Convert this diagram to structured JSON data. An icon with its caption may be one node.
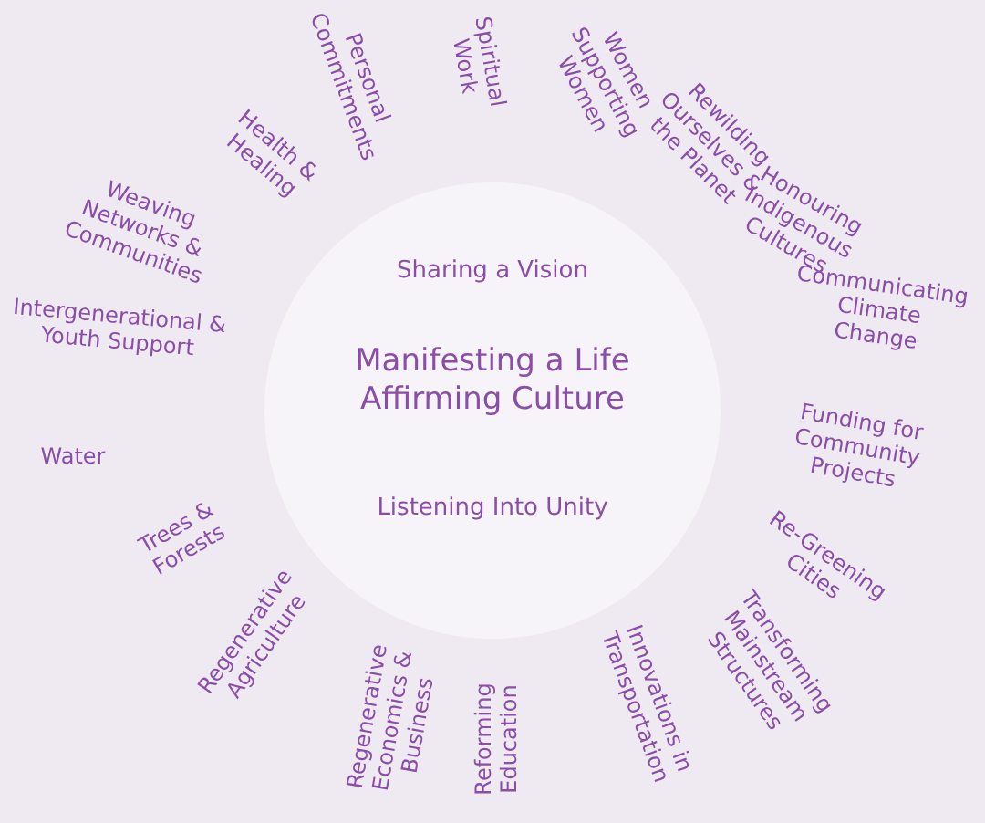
{
  "diagram": {
    "nodes": [
      {
        "text": [
          "Sharing a Vision",
          "Manifesting a Life Affirming Culture",
          "Listening Into Unity"
        ]
      }
    ],
    "labels": [
      "Personal Commitments",
      "Spiritual Work",
      "Women Supporting Women",
      "Rewilding Ourselves & the Planet",
      "Honouring Indigenous Cultures",
      "Communicating Climate Change",
      "Funding for Community Projects",
      "Re-Greening Cities",
      "Transforming Mainstream Structures",
      "Innovations in Transportation",
      "Reforming Education",
      "Regenerative Economics & Business",
      "Regenerative Agriculture",
      "Trees & Forests",
      "Water",
      "Intergenerational & Youth Support",
      "Weaving Networks & Communities",
      "Health & Healing"
    ]
  }
}
